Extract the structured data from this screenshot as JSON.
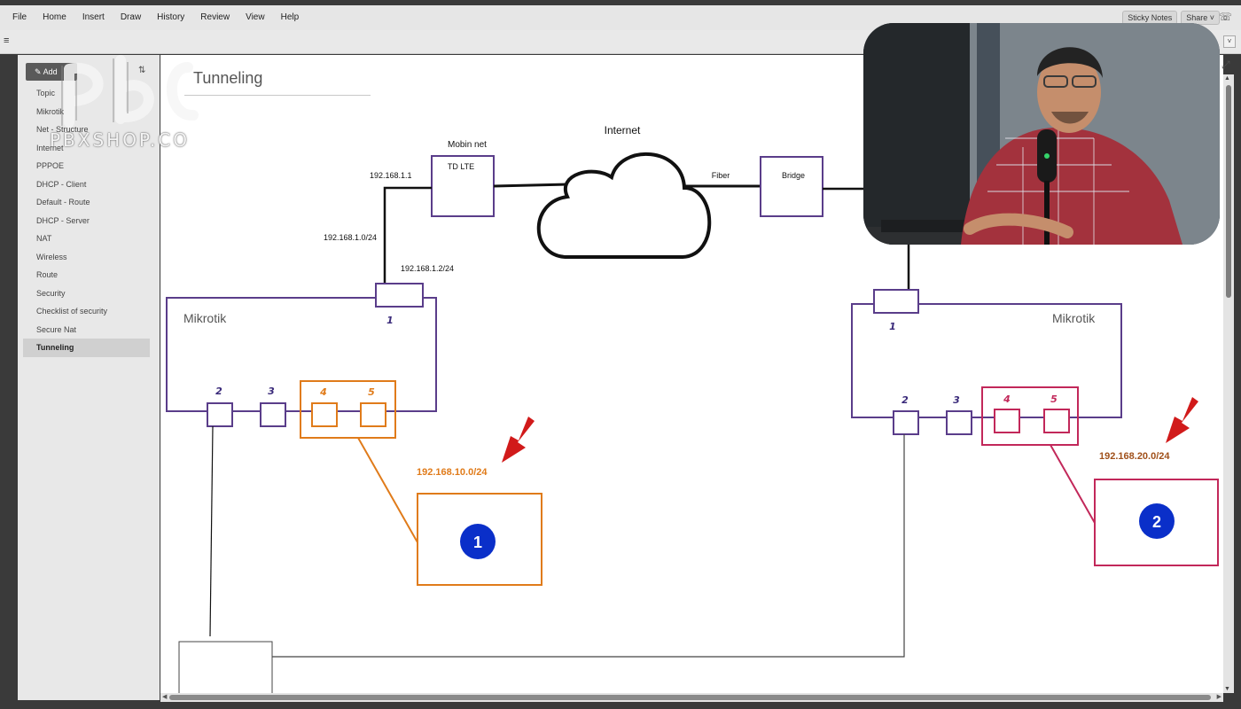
{
  "menu": [
    "File",
    "Home",
    "Insert",
    "Draw",
    "History",
    "Review",
    "View",
    "Help"
  ],
  "topbar": {
    "sticky_notes": "Sticky Notes",
    "share": "Share ˅"
  },
  "icons": {
    "hamburger": "≡",
    "edit": "✎",
    "sort": "⇅",
    "chevron_down": "˅",
    "expand": "⤢",
    "chat": "☏",
    "scroll_left": "◀",
    "scroll_right": "▶",
    "scroll_up": "▲",
    "scroll_down": "▼"
  },
  "sidebar": {
    "add_label": "Add",
    "pages": [
      "Topic",
      "Mikrotik",
      "Net - Structure",
      "Internet",
      "PPPOE",
      "DHCP - Client",
      "Default - Route",
      "DHCP - Server",
      "NAT",
      "Wireless",
      "Route",
      "Security",
      "Checklist of security",
      "Secure Nat",
      "Tunneling"
    ],
    "active_index": 14
  },
  "page": {
    "title": "Tunneling"
  },
  "watermark": {
    "text": "PBXSHOP.CO"
  },
  "diagram": {
    "internet": "Internet",
    "mobin_net": "Mobin net",
    "td_lte": "TD LTE",
    "fiber": "Fiber",
    "bridge": "Bridge",
    "ip_gateway": "192.168.1.1",
    "ip_network": "192.168.1.0/24",
    "ip_wan": "192.168.1.2/24",
    "router_left": "Mikrotik",
    "router_right": "Mikrotik",
    "ports": [
      "1",
      "2",
      "3",
      "4",
      "5"
    ],
    "subnet_left": "192.168.10.0/24",
    "subnet_right": "192.168.20.0/24",
    "badge_left": "1",
    "badge_right": "2",
    "colors": {
      "router": "#5a3d8a",
      "left_lan": "#e07b1a",
      "right_lan": "#c2285a",
      "badge": "#0a2fc9",
      "arrow": "#d11a1a",
      "subnet_right_text": "#a0501a"
    }
  }
}
